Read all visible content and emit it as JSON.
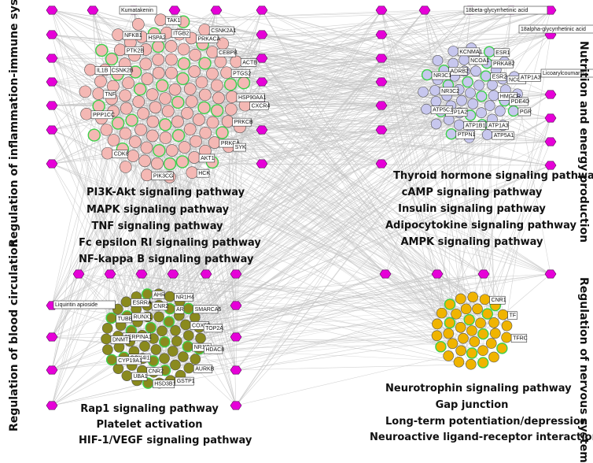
{
  "side_labels": {
    "left_top": "Regulation of inflammation-immune system",
    "left_bottom": "Regulation of blood circulation",
    "right_top": "Nutrition and energy production",
    "right_bottom": "Regulation of nervous system"
  },
  "pathways": {
    "inflammation": [
      "PI3K-Akt signaling pathway",
      "MAPK signaling pathway",
      "TNF signaling pathway",
      "Fc epsilon RI signaling pathway",
      "NF-kappa B signaling pathway"
    ],
    "nutrition": [
      "Thyroid hormone signaling pathway",
      "cAMP signaling pathway",
      "Insulin signaling pathway",
      "Adipocytokine signaling pathway",
      "AMPK signaling pathway"
    ],
    "blood": [
      "Rap1 signaling pathway",
      "Platelet activation",
      "HIF-1/VEGF signaling pathway"
    ],
    "nervous": [
      "Neurotrophin signaling pathway",
      "Gap junction",
      "Long-term potentiation/depression",
      "Neuroactive ligand-receptor interaction"
    ]
  },
  "compound_labels": {
    "kumatakenin": "Kumatakenin",
    "beta_gly": "18beta-glycyrrhetinic acid",
    "alpha_gly": "18alpha-glycyrrhetinic acid",
    "licoary": "Licoarylcoumarin",
    "liquiritin": "Liquiritin apioside"
  },
  "inflammation_genes": [
    "TNF",
    "CSNK2B",
    "PTK2B",
    "HSPA2",
    "ITGB2",
    "PRKACA",
    "CEBPB",
    "PTGS2",
    "HSP90AA1",
    "PRKCB",
    "PRKCA",
    "AKT1",
    "PIK3CG",
    "CDK8",
    "PPP1CC",
    "IL1B",
    "NFKB1",
    "TAK1",
    "CSNK2A1",
    "ACTB",
    "CXCR4",
    "SYK",
    "HCK"
  ],
  "nutrition_genes": [
    "ESR2",
    "HMGCR",
    "ATP1A3",
    "ATP1B1",
    "ATP1A2",
    "NR3C2",
    "ADRB2",
    "NCOA1",
    "PRKAB2",
    "NCOA2",
    "PDE4D",
    "ATP5A1",
    "PTPN1",
    "ATP5C1",
    "NR3C1",
    "KCNMA1",
    "ESR1",
    "ATP1A3",
    "PGR"
  ],
  "blood_genes": [
    "CNR2",
    "COX4I1",
    "SERPINA1",
    "RUNX1",
    "CNR2",
    "AR",
    "COX5B",
    "NR1I2",
    "GSTP1",
    "HSD3B1",
    "UBA1",
    "CYP19A1",
    "DNMT1",
    "TUBB",
    "ESRRA",
    "AHR",
    "NR1H4",
    "SMARCA5",
    "TOP2A",
    "HDAC8",
    "AURKB"
  ],
  "nervous_genes": [
    "CNR1",
    "TF",
    "TFRC"
  ],
  "colors": {
    "hex": "#e600d8",
    "pink": "#f4b8b4",
    "lavender": "#c7c7ee",
    "olive": "#8a8a1e",
    "gold": "#f0b400",
    "ring": "#3cd04a",
    "edge": "#c4c4c4"
  }
}
